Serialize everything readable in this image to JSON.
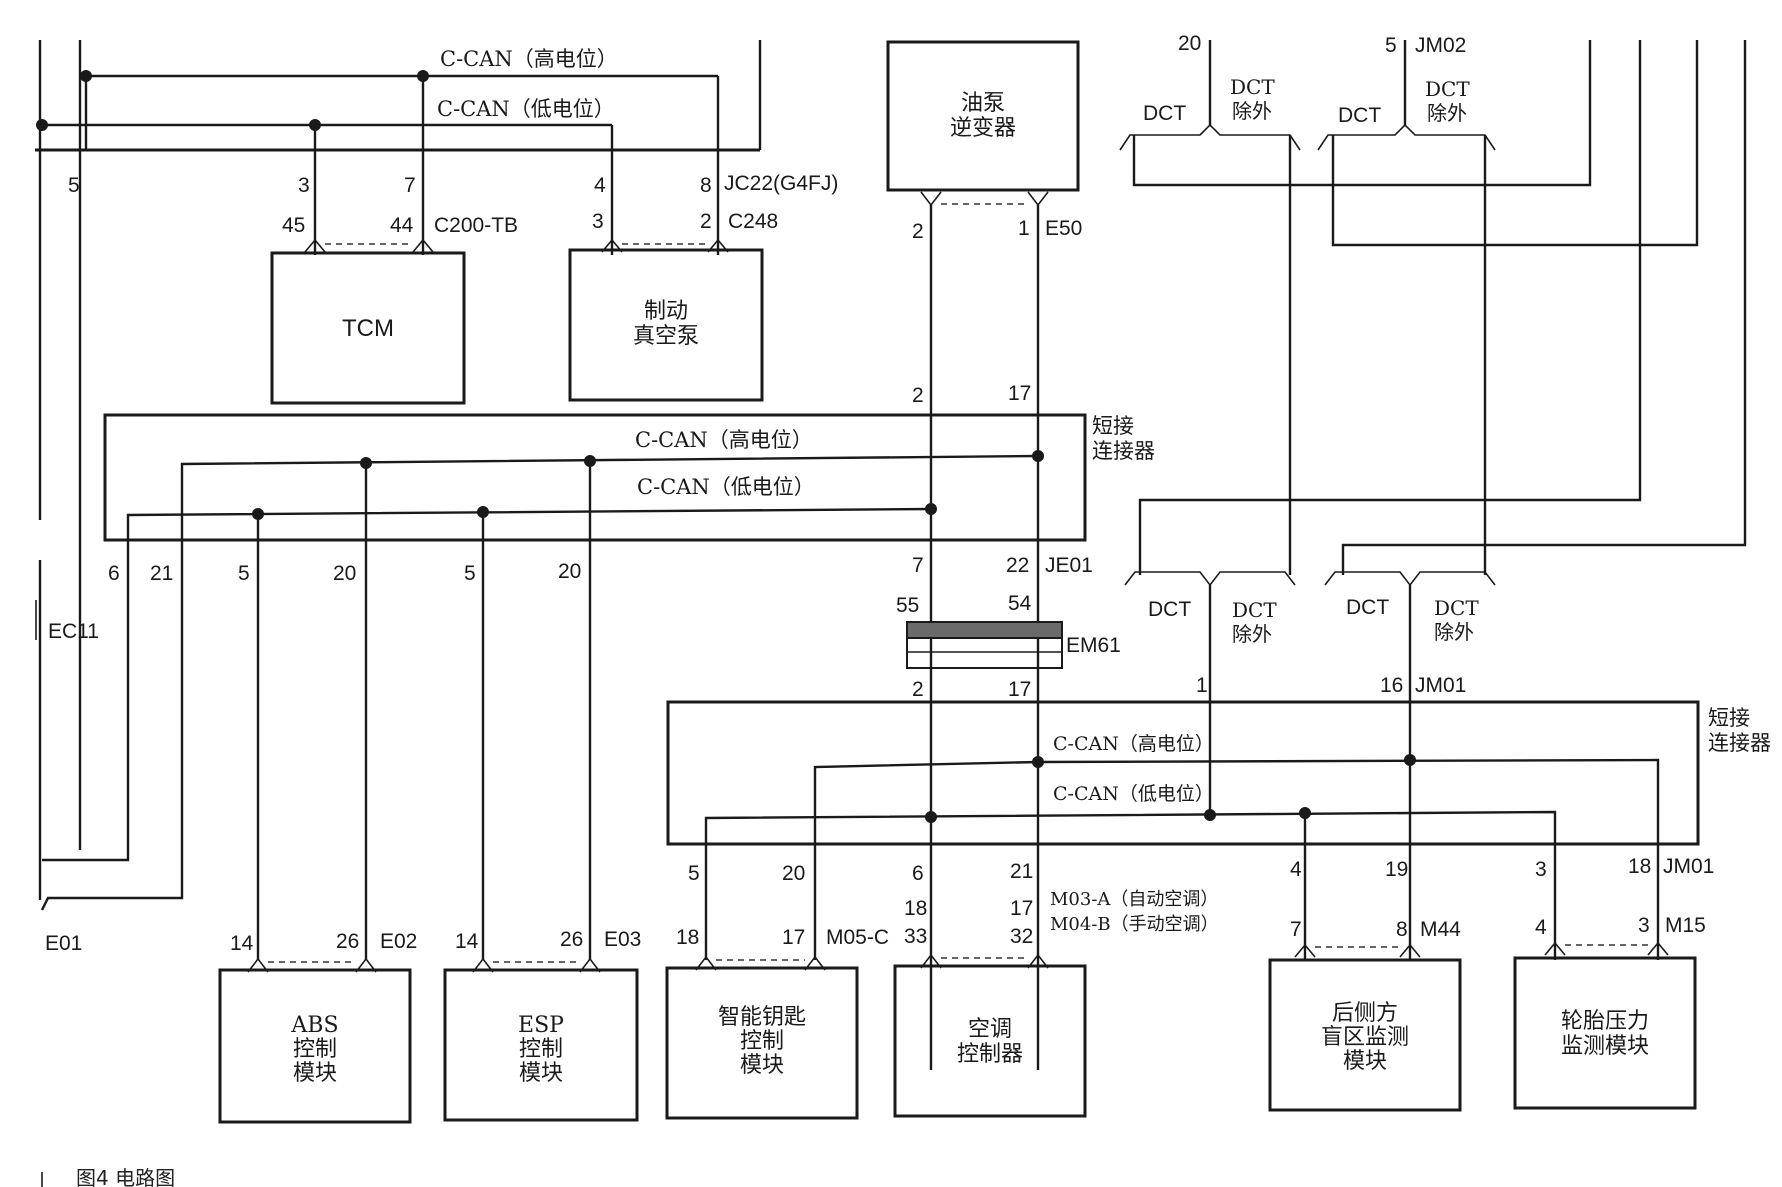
{
  "labels": {
    "ccan_high": "C-CAN（高电位）",
    "ccan_low": "C-CAN（低电位）",
    "ccan_high_small": "C-CAN（高电位）",
    "ccan_low_small": "C-CAN（低电位）",
    "short_connector_l1": "短接",
    "short_connector_l2": "连接器",
    "dct": "DCT",
    "dct_except_l1": "DCT",
    "dct_except_l2": "除外"
  },
  "connectors": {
    "jc22": "JC22(G4FJ)",
    "c200": "C200-TB",
    "c248": "C248",
    "e50": "E50",
    "je01": "JE01",
    "em61": "EM61",
    "jm01": "JM01",
    "jm02": "JM02",
    "ec11": "EC11",
    "e01": "E01",
    "e02": "E02",
    "e03": "E03",
    "m05c": "M05-C",
    "m03a": "M03-A（自动空调）",
    "m04b": "M04-B（手动空调）",
    "m44": "M44",
    "m15": "M15"
  },
  "pins": {
    "p5a": "5",
    "p3a": "3",
    "p7a": "7",
    "p4a": "4",
    "p8a": "8",
    "p45": "45",
    "p44": "44",
    "p3b": "3",
    "p2a": "2",
    "p2b": "2",
    "p1a": "1",
    "p2c": "2",
    "p17a": "17",
    "p6": "6",
    "p21a": "21",
    "p5b": "5",
    "p20a": "20",
    "p5c": "5",
    "p20b": "20",
    "p7b": "7",
    "p22": "22",
    "p55": "55",
    "p54": "54",
    "p2d": "2",
    "p17b": "17",
    "p1b": "1",
    "p16": "16",
    "p20top": "20",
    "p5top": "5",
    "p14a": "14",
    "p26a": "26",
    "p14b": "14",
    "p26b": "26",
    "p5d": "5",
    "p20c": "20",
    "p18a": "18",
    "p17c": "17",
    "p6b": "6",
    "p21b": "21",
    "p18b": "18",
    "p33": "33",
    "p17d": "17",
    "p32": "32",
    "p4b": "4",
    "p19": "19",
    "p7c": "7",
    "p8b": "8",
    "p3c": "3",
    "p18c": "18",
    "p4c": "4",
    "p3d": "3"
  },
  "modules": {
    "tcm": "TCM",
    "vacuum_l1": "制动",
    "vacuum_l2": "真空泵",
    "pump_l1": "油泵",
    "pump_l2": "逆变器",
    "abs_l1": "ABS",
    "abs_l2": "控制",
    "abs_l3": "模块",
    "esp_l1": "ESP",
    "esp_l2": "控制",
    "esp_l3": "模块",
    "key_l1": "智能钥匙",
    "key_l2": "控制",
    "key_l3": "模块",
    "ac_l1": "空调",
    "ac_l2": "控制器",
    "bsd_l1": "后侧方",
    "bsd_l2": "盲区监测",
    "bsd_l3": "模块",
    "tpms_l1": "轮胎压力",
    "tpms_l2": "监测模块"
  },
  "caption": "图4   电路图"
}
